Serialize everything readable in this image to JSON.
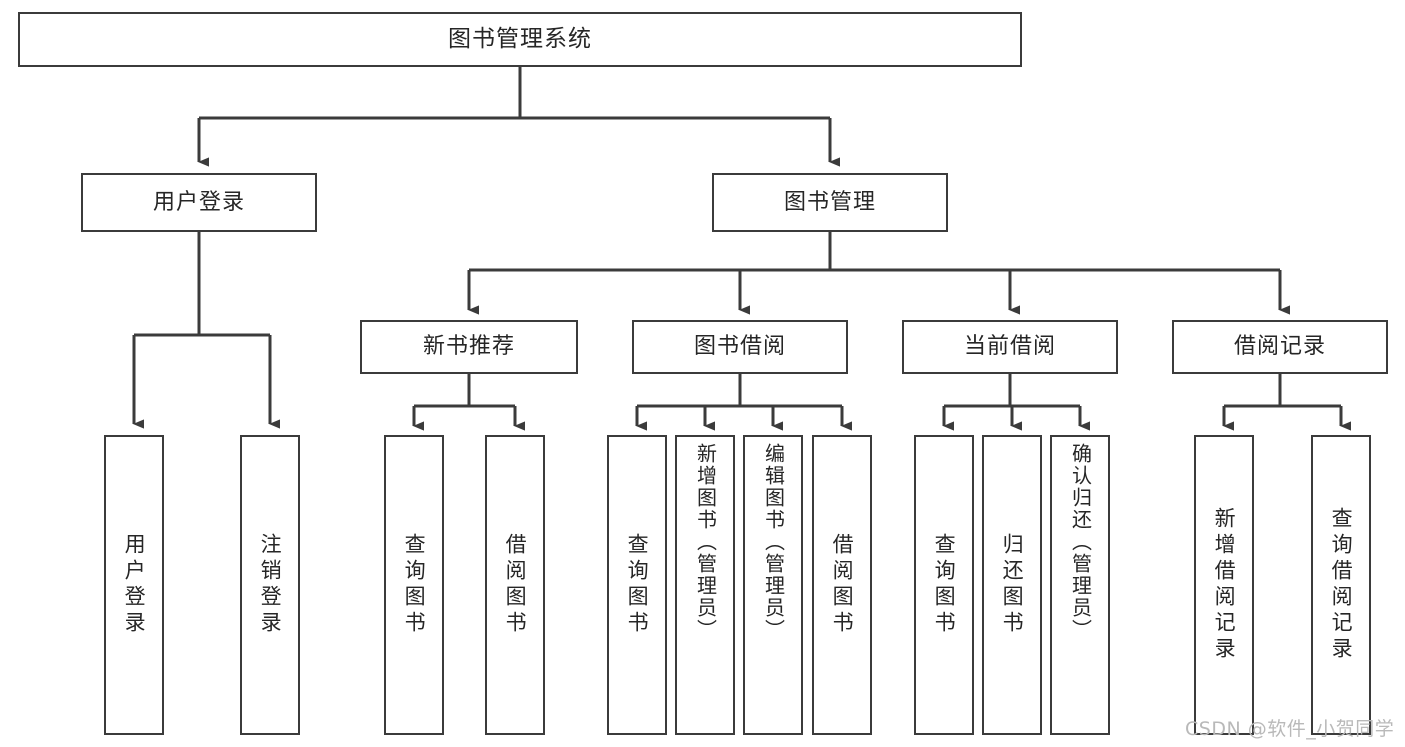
{
  "diagram": {
    "title": "图书管理系统",
    "watermark": "CSDN @软件_小贺同学",
    "line_color": "#3b3b3b",
    "text_color": "#262626",
    "background": "#ffffff",
    "root": {
      "label": "图书管理系统"
    },
    "level1": [
      {
        "id": "user-login",
        "label": "用户登录"
      },
      {
        "id": "book-manage",
        "label": "图书管理"
      }
    ],
    "level2": [
      {
        "id": "new-book-recommend",
        "label": "新书推荐"
      },
      {
        "id": "book-borrow",
        "label": "图书借阅"
      },
      {
        "id": "current-borrow",
        "label": "当前借阅"
      },
      {
        "id": "borrow-record",
        "label": "借阅记录"
      }
    ],
    "leaves": {
      "user_login": [
        {
          "id": "leaf-user-login",
          "label": "用户登录"
        },
        {
          "id": "leaf-logout-login",
          "label": "注销登录"
        }
      ],
      "new_book_recommend": [
        {
          "id": "leaf-query-book-1",
          "label": "查询图书"
        },
        {
          "id": "leaf-borrow-book-1",
          "label": "借阅图书"
        }
      ],
      "book_borrow": [
        {
          "id": "leaf-query-book-2",
          "label": "查询图书"
        },
        {
          "id": "leaf-add-book",
          "label": "新增图书（管理员）"
        },
        {
          "id": "leaf-edit-book",
          "label": "编辑图书（管理员）"
        },
        {
          "id": "leaf-borrow-book-2",
          "label": "借阅图书"
        }
      ],
      "current_borrow": [
        {
          "id": "leaf-query-book-3",
          "label": "查询图书"
        },
        {
          "id": "leaf-return-book",
          "label": "归还图书"
        },
        {
          "id": "leaf-confirm-return",
          "label": "确认归还（管理员）"
        }
      ],
      "borrow_record": [
        {
          "id": "leaf-add-record",
          "label": "新增借阅记录"
        },
        {
          "id": "leaf-query-record",
          "label": "查询借阅记录"
        }
      ]
    }
  }
}
